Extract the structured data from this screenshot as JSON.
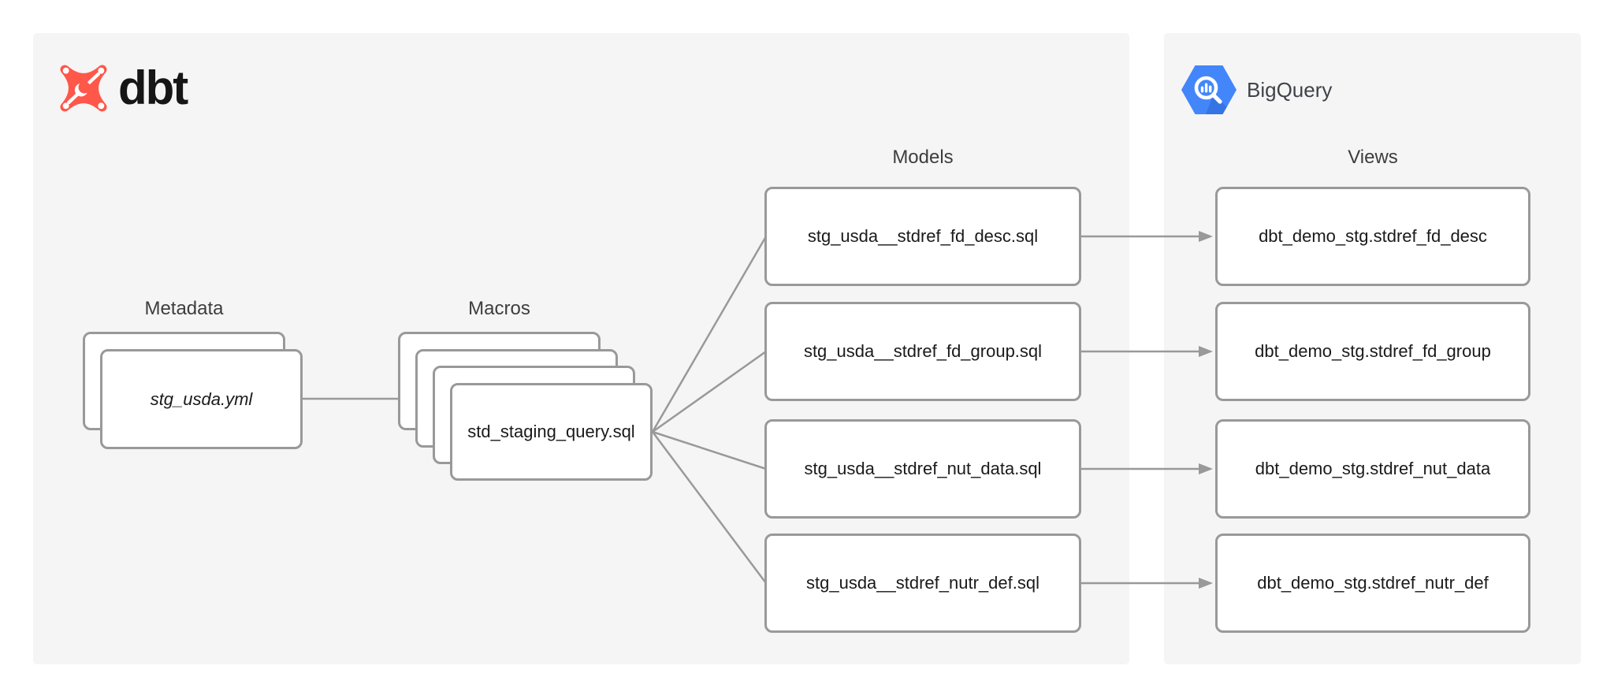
{
  "branding": {
    "dbt_label": "dbt",
    "bigquery_label": "BigQuery"
  },
  "sections": {
    "metadata_label": "Metadata",
    "macros_label": "Macros",
    "models_label": "Models",
    "views_label": "Views"
  },
  "nodes": {
    "metadata_file": "stg_usda.yml",
    "macro_file": "std_staging_query.sql",
    "models": [
      "stg_usda__stdref_fd_desc.sql",
      "stg_usda__stdref_fd_group.sql",
      "stg_usda__stdref_nut_data.sql",
      "stg_usda__stdref_nutr_def.sql"
    ],
    "views": [
      "dbt_demo_stg.stdref_fd_desc",
      "dbt_demo_stg.stdref_fd_group",
      "dbt_demo_stg.stdref_nut_data",
      "dbt_demo_stg.stdref_nutr_def"
    ]
  },
  "colors": {
    "panel_bg": "#f5f5f5",
    "card_border": "#999999",
    "connector": "#999999",
    "dbt_orange": "#ff5749",
    "bigquery_blue": "#4386fa",
    "text_dark": "#1a1a1a",
    "label_gray": "#3d3d3d"
  }
}
